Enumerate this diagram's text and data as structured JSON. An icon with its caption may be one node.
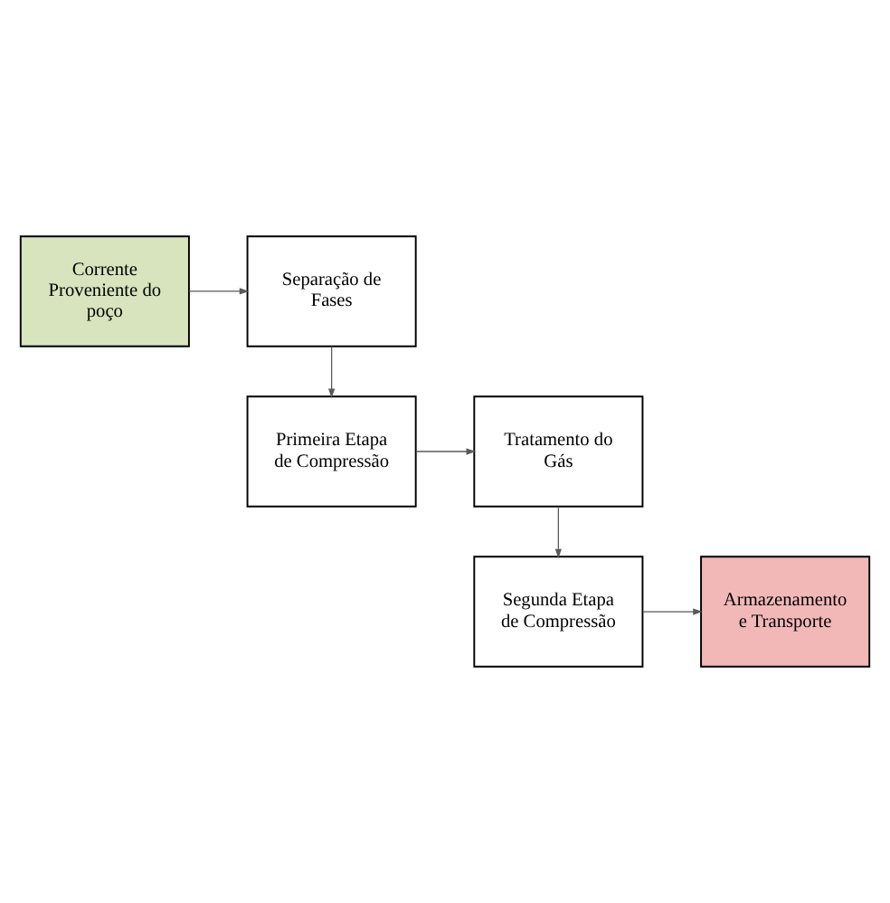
{
  "diagram": {
    "nodes": [
      {
        "text": [
          "Corrente Proveniente do poço"
        ]
      },
      {
        "text": [
          "Separação de Fases"
        ]
      },
      {
        "text": [
          "Primeira Etapa de Compressão"
        ]
      },
      {
        "text": [
          "Tratamento do Gás"
        ]
      },
      {
        "text": [
          "Segunda Etapa de Compressão"
        ]
      },
      {
        "text": [
          "Armazenamento e Transporte"
        ]
      }
    ],
    "edges": [
      {
        "from": 0,
        "to": 1,
        "arrow": "to"
      },
      {
        "from": 1,
        "to": 2,
        "arrow": "to"
      },
      {
        "from": 2,
        "to": 3,
        "arrow": "to"
      },
      {
        "from": 3,
        "to": 4,
        "arrow": "to"
      },
      {
        "from": 4,
        "to": 5,
        "arrow": "to"
      }
    ]
  }
}
